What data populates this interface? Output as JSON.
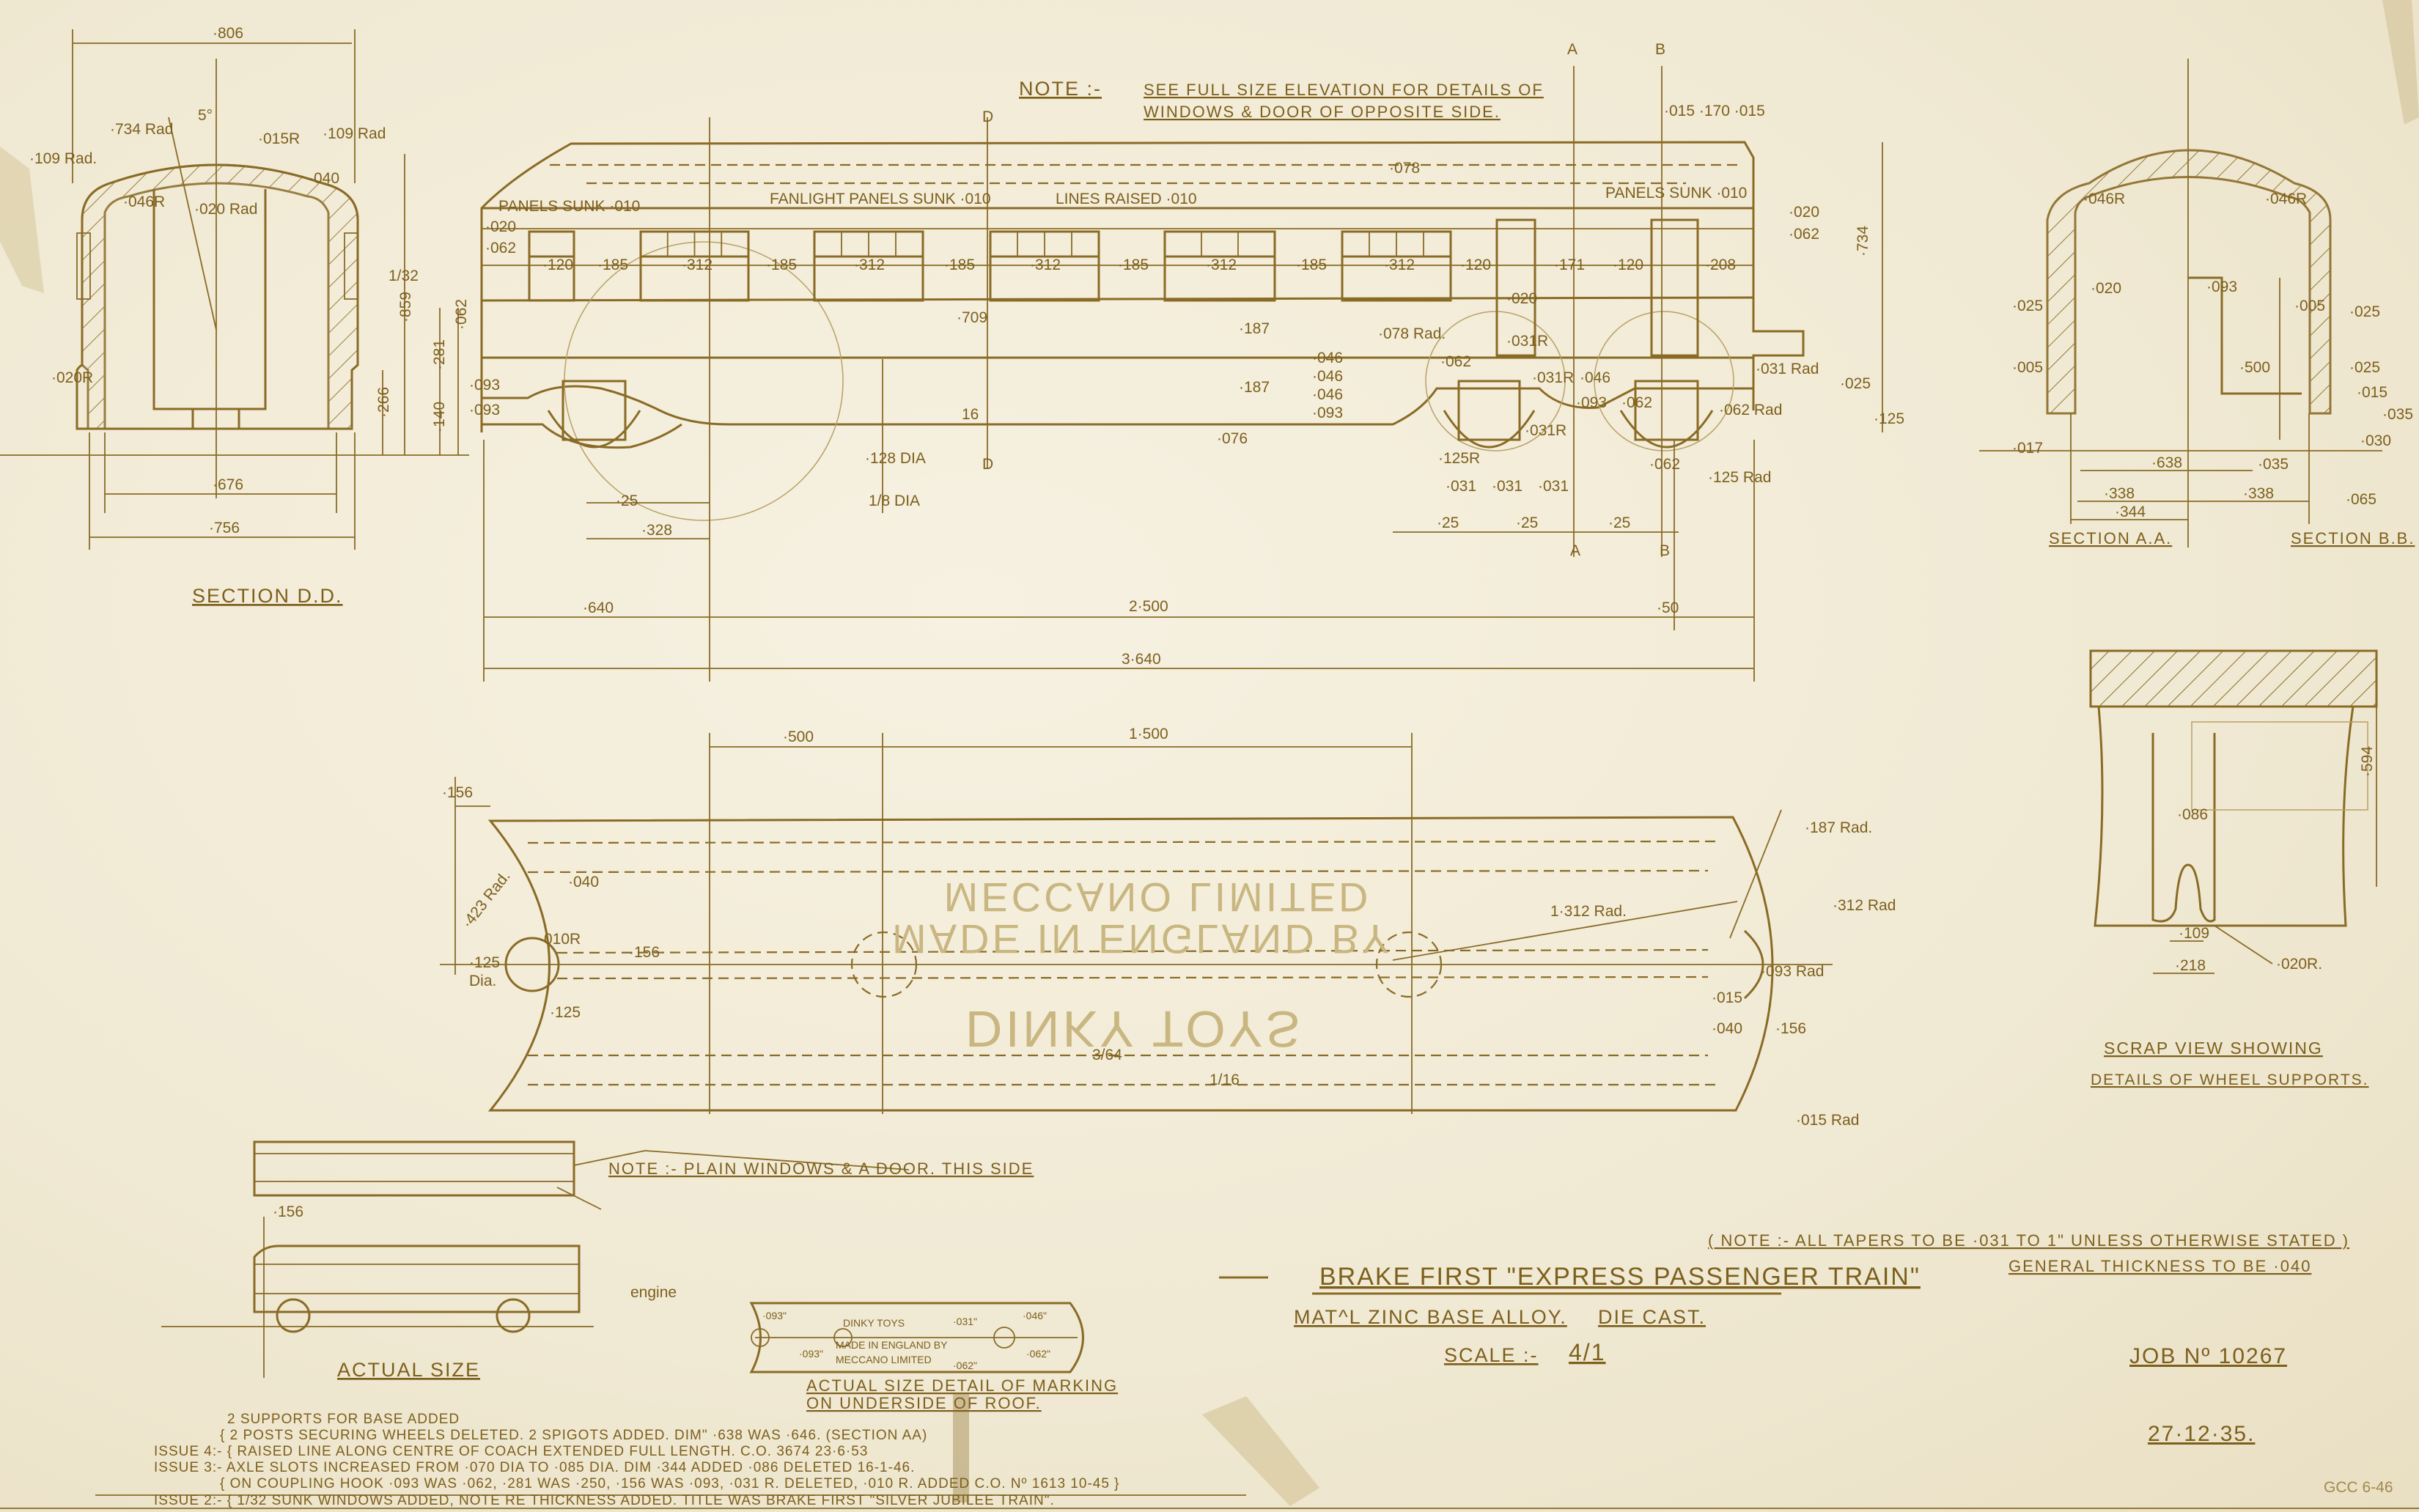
{
  "drawing": {
    "title": "BRAKE FIRST \"EXPRESS PASSENGER TRAIN\"",
    "material": "MAT^L ZINC BASE ALLOY.",
    "process": "DIE CAST.",
    "scale_label": "SCALE :-",
    "scale_value": "4/1",
    "job_no": "JOB Nº 10267",
    "date": "27·12·35.",
    "drawn_ref": "GCC 6-46"
  },
  "notes": {
    "top_note_label": "NOTE :-",
    "top_note_line1": "SEE FULL SIZE ELEVATION FOR DETAILS OF",
    "top_note_line2": "WINDOWS & DOOR OF OPPOSITE SIDE.",
    "tapers": "( NOTE :- ALL TAPERS TO BE ·031 TO 1\" UNLESS OTHERWISE STATED )",
    "thickness": "GENERAL THICKNESS TO BE ·040",
    "plain_windows": "NOTE :- PLAIN WINDOWS & A DOOR. THIS SIDE"
  },
  "view_titles": {
    "section_dd": "SECTION D.D.",
    "section_aa": "SECTION A.A.",
    "section_bb": "SECTION B.B.",
    "scrap_1": "SCRAP VIEW SHOWING",
    "scrap_2": "DETAILS OF WHEEL SUPPORTS.",
    "actual_size": "ACTUAL SIZE",
    "marking_1": "ACTUAL SIZE DETAIL OF MARKING",
    "marking_2": "ON UNDERSIDE OF ROOF."
  },
  "issues": [
    "2 SUPPORTS FOR BASE ADDED",
    "{ 2 POSTS SECURING WHEELS DELETED. 2 SPIGOTS ADDED. DIM\" ·638 WAS ·646. (SECTION AA)",
    "ISSUE 4:- { RAISED LINE ALONG CENTRE OF COACH EXTENDED FULL LENGTH. C.O. 3674 23·6·53",
    "ISSUE 3:- AXLE SLOTS INCREASED FROM ·070 DIA TO ·085 DIA. DIM ·344 ADDED ·086 DELETED 16-1-46.",
    "{ ON COUPLING HOOK ·093 WAS ·062, ·281 WAS ·250, ·156 WAS ·093, ·031 R. DELETED, ·010 R. ADDED C.O. Nº 1613 10-45 }",
    "ISSUE 2:- { 1/32 SUNK WINDOWS ADDED, NOTE RE THICKNESS ADDED. TITLE WAS BRAKE FIRST \"SILVER JUBILEE TRAIN\"."
  ],
  "labels": {
    "section_dd": [
      "·806",
      "·734 Rad",
      "5°",
      "·015R",
      "·109 Rad",
      "·109 Rad.",
      "·046R",
      "·020 Rad",
      "·040",
      "·020R",
      "1/32",
      "·859",
      "·266",
      "·281",
      "·140",
      "·062",
      "·093",
      "·093",
      "·676",
      "·756"
    ],
    "elevation": [
      "·120",
      "·185",
      "·312",
      "·185",
      "·312",
      "·185",
      "·312",
      "·185",
      "·312",
      "·185",
      "·312",
      "·120",
      "·171",
      "·120",
      "·208",
      "PANELS SUNK ·010",
      "FANLIGHT PANELS SUNK ·010",
      "LINES RAISED ·010",
      "PANELS SUNK ·010",
      "·709",
      "·187",
      "·187",
      "·078",
      "·078 Rad.",
      "·076",
      "16",
      "·128 DIA",
      "1/8 DIA",
      "·046",
      "·046",
      "·046",
      "·093",
      "·020",
      "·031R",
      "·062",
      "·031R",
      "·046",
      "·093",
      "·062",
      "·062 Rad",
      "·031 Rad",
      "·125 Rad",
      "·125R",
      "·031R",
      "·062",
      "·020",
      "·062",
      "·025",
      "·125",
      "·734",
      "·015 ·170 ·015",
      "A",
      "B",
      "A",
      "B",
      "·25",
      "·25",
      "·25",
      "·031",
      "·031",
      "·031",
      "D",
      "D",
      "·25",
      "·328",
      "·640",
      "2·500",
      "·50",
      "3·640",
      "·020",
      "·062"
    ],
    "sections_ab": [
      "·046R",
      "·020",
      "·025",
      "·005",
      "·017",
      "·093",
      "·500",
      "·638",
      "·338",
      "·338",
      "·344",
      "·046R",
      "·025",
      "·005",
      "·025",
      "·015",
      "·035",
      "·030",
      "·035",
      "·065"
    ],
    "scrap": [
      "·594",
      "·086",
      "·109",
      "·218",
      "·020R."
    ],
    "plan": [
      "·156",
      "·500",
      "1·500",
      "·187 Rad.",
      "1·312 Rad.",
      "·312 Rad",
      "·040",
      "·423 Rad.",
      "·010R",
      "·125",
      "Dia.",
      "·156",
      "·125",
      "·093 Rad",
      "·015",
      "·040",
      "·156",
      "3/64",
      "1/16",
      "·015 Rad"
    ],
    "marking": [
      "DINKY TOYS",
      "MADE IN ENGLAND BY",
      "MECCANO LIMITED",
      "·093\"",
      "·093\"",
      "·031\"",
      "·046\"",
      "·062\"",
      "·062\""
    ],
    "small_views": [
      "·156",
      "engine"
    ]
  },
  "embossed": [
    "MECCANO LIMITED",
    "MADE IN ENGLAND BY",
    "DINKY TOYS"
  ]
}
